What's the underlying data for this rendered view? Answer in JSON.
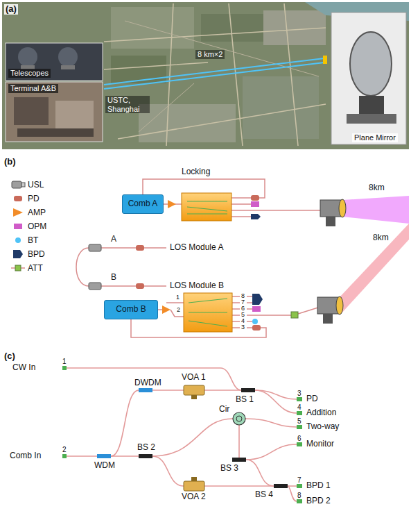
{
  "diagram": {
    "nodes": [
      {
        "text": [
          "Comb A"
        ]
      },
      {
        "text": [
          "Comb B"
        ]
      }
    ],
    "labels": [
      "(a)",
      "Telescopes",
      "Terminal A&B",
      "USTC, Shanghai",
      "8 km×2",
      "Plane Mirror",
      "(b)",
      "Locking",
      "A",
      "LOS Module A",
      "B",
      "LOS Module B",
      "1",
      "2",
      "8",
      "7",
      "6",
      "5",
      "4",
      "3",
      "8km",
      "8km",
      "(c)",
      "CW In",
      "1",
      "VOA 1",
      "BS 1",
      "DWDM",
      "3",
      "PD",
      "4",
      "Addition",
      "Cir",
      "5",
      "Two-way",
      "6",
      "Monitor",
      "Comb In",
      "2",
      "WDM",
      "BS 2",
      "BS 3",
      "VOA 2",
      "BS 4",
      "7",
      "BPD 1",
      "8",
      "BPD 2"
    ],
    "legend": [
      {
        "text": "USL"
      },
      {
        "text": "PD"
      },
      {
        "text": "AMP"
      },
      {
        "text": "OPM"
      },
      {
        "text": "BT"
      },
      {
        "text": "BPD"
      },
      {
        "text": "ATT"
      }
    ]
  }
}
